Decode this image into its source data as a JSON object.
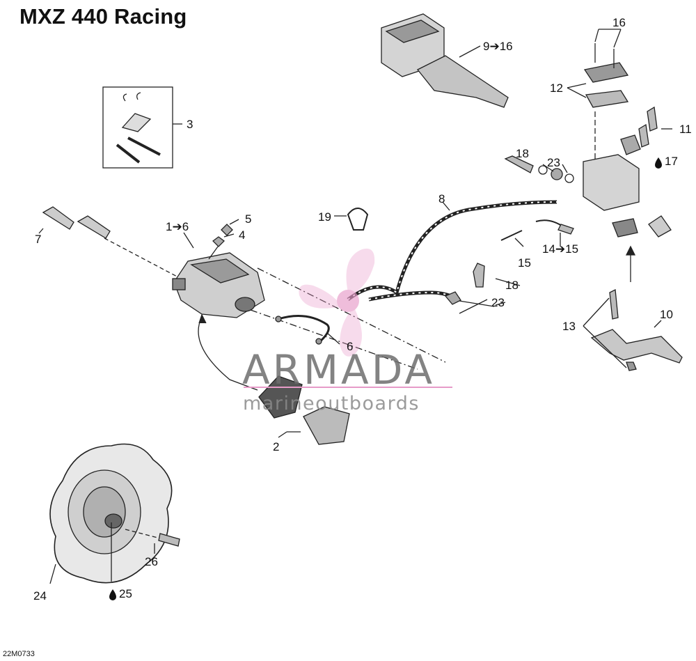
{
  "title": "MXZ 440 Racing",
  "reference_code": "22M0733",
  "watermark": {
    "brand": "ARMADA",
    "tagline": "marineoutboards",
    "accent_color": "#e79bc8",
    "text_color": "#6e6e6e"
  },
  "callouts": [
    {
      "id": "c1",
      "text": "1➔6"
    },
    {
      "id": "c2",
      "text": "2"
    },
    {
      "id": "c3",
      "text": "3"
    },
    {
      "id": "c4",
      "text": "4"
    },
    {
      "id": "c5",
      "text": "5"
    },
    {
      "id": "c6",
      "text": "6"
    },
    {
      "id": "c7",
      "text": "7"
    },
    {
      "id": "c8",
      "text": "8"
    },
    {
      "id": "c9",
      "text": "9➔16"
    },
    {
      "id": "c10",
      "text": "10"
    },
    {
      "id": "c11",
      "text": "11"
    },
    {
      "id": "c12",
      "text": "12"
    },
    {
      "id": "c13",
      "text": "13"
    },
    {
      "id": "c14",
      "text": "14➔15"
    },
    {
      "id": "c15",
      "text": "15"
    },
    {
      "id": "c16",
      "text": "16"
    },
    {
      "id": "c17",
      "text": "17"
    },
    {
      "id": "c18a",
      "text": "18"
    },
    {
      "id": "c18b",
      "text": "18"
    },
    {
      "id": "c19",
      "text": "19"
    },
    {
      "id": "c23a",
      "text": "23"
    },
    {
      "id": "c23b",
      "text": "23"
    },
    {
      "id": "c24",
      "text": "24"
    },
    {
      "id": "c25",
      "text": "25"
    },
    {
      "id": "c26",
      "text": "26"
    }
  ],
  "icons": {
    "lubricant": "oil-drop-icon",
    "arrow": "arrow-right-icon"
  }
}
